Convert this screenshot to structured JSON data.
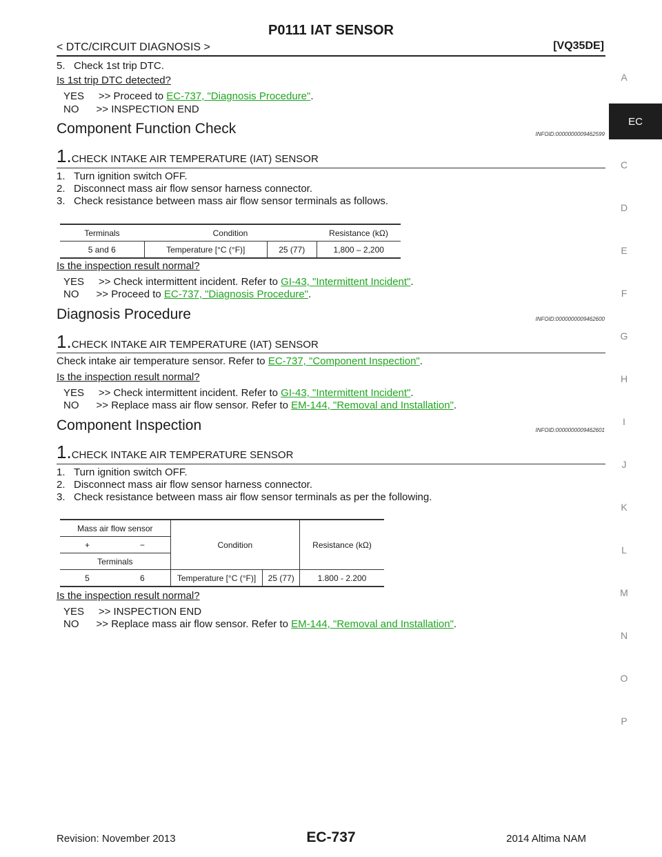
{
  "header": {
    "title": "P0111 IAT SENSOR",
    "section": "< DTC/CIRCUIT DIAGNOSIS >",
    "engine": "[VQ35DE]"
  },
  "side_tabs": {
    "active": "EC",
    "letters": [
      "A",
      "C",
      "D",
      "E",
      "F",
      "G",
      "H",
      "I",
      "J",
      "K",
      "L",
      "M",
      "N",
      "O",
      "P"
    ]
  },
  "intro": {
    "step5": "5.   Check 1st trip DTC.",
    "question": "Is 1st trip DTC detected?",
    "yes_prefix": "YES     >> Proceed to ",
    "yes_link": "EC-737, \"Diagnosis Procedure\"",
    "yes_suffix": ".",
    "no_text": "NO      >> INSPECTION END"
  },
  "component_function_check": {
    "heading": "Component Function Check",
    "infoid": "INFOID:0000000009462599",
    "step_number": "1.",
    "step_title": "CHECK INTAKE AIR TEMPERATURE (IAT) SENSOR",
    "items": [
      "1.   Turn ignition switch OFF.",
      "2.   Disconnect mass air flow sensor harness connector.",
      "3.   Check resistance between mass air flow sensor terminals as follows."
    ],
    "table": {
      "headers": [
        "Terminals",
        "Condition",
        "Resistance (kΩ)"
      ],
      "row": [
        "5 and 6",
        "Temperature [°C (°F)]",
        "25 (77)",
        "1,800 – 2,200"
      ]
    },
    "question": "Is the inspection result normal?",
    "yes_prefix": "YES     >> Check intermittent incident. Refer to ",
    "yes_link": "GI-43, \"Intermittent Incident\"",
    "yes_suffix": ".",
    "no_prefix": "NO      >> Proceed to ",
    "no_link": "EC-737, \"Diagnosis Procedure\"",
    "no_suffix": "."
  },
  "diagnosis_procedure": {
    "heading": "Diagnosis Procedure",
    "infoid": "INFOID:0000000009462600",
    "step_number": "1.",
    "step_title": "CHECK INTAKE AIR TEMPERATURE (IAT) SENSOR",
    "text_prefix": "Check intake air temperature sensor. Refer to ",
    "text_link": "EC-737, \"Component Inspection\"",
    "text_suffix": ".",
    "question": "Is the inspection result normal?",
    "yes_prefix": "YES     >> Check intermittent incident. Refer to ",
    "yes_link": "GI-43, \"Intermittent Incident\"",
    "yes_suffix": ".",
    "no_prefix": "NO      >> Replace mass air flow sensor. Refer to ",
    "no_link": "EM-144, \"Removal and Installation\"",
    "no_suffix": "."
  },
  "component_inspection": {
    "heading": "Component Inspection",
    "infoid": "INFOID:0000000009462601",
    "step_number": "1.",
    "step_title": "CHECK INTAKE AIR TEMPERATURE SENSOR",
    "items": [
      "1.   Turn ignition switch OFF.",
      "2.   Disconnect mass air flow sensor harness connector.",
      "3.   Check resistance between mass air flow sensor terminals as per the following."
    ],
    "table": {
      "sensor_header": "Mass air flow sensor",
      "plus": "+",
      "minus": "−",
      "terminals": "Terminals",
      "condition": "Condition",
      "resistance": "Resistance (kΩ)",
      "row": [
        "5",
        "6",
        "Temperature [°C (°F)]",
        "25 (77)",
        "1.800 - 2.200"
      ]
    },
    "question": "Is the inspection result normal?",
    "yes_text": "YES     >> INSPECTION END",
    "no_prefix": "NO      >> Replace mass air flow sensor. Refer to ",
    "no_link": "EM-144, \"Removal and Installation\"",
    "no_suffix": "."
  },
  "footer": {
    "revision": "Revision: November 2013",
    "page": "EC-737",
    "model": "2014 Altima NAM"
  }
}
